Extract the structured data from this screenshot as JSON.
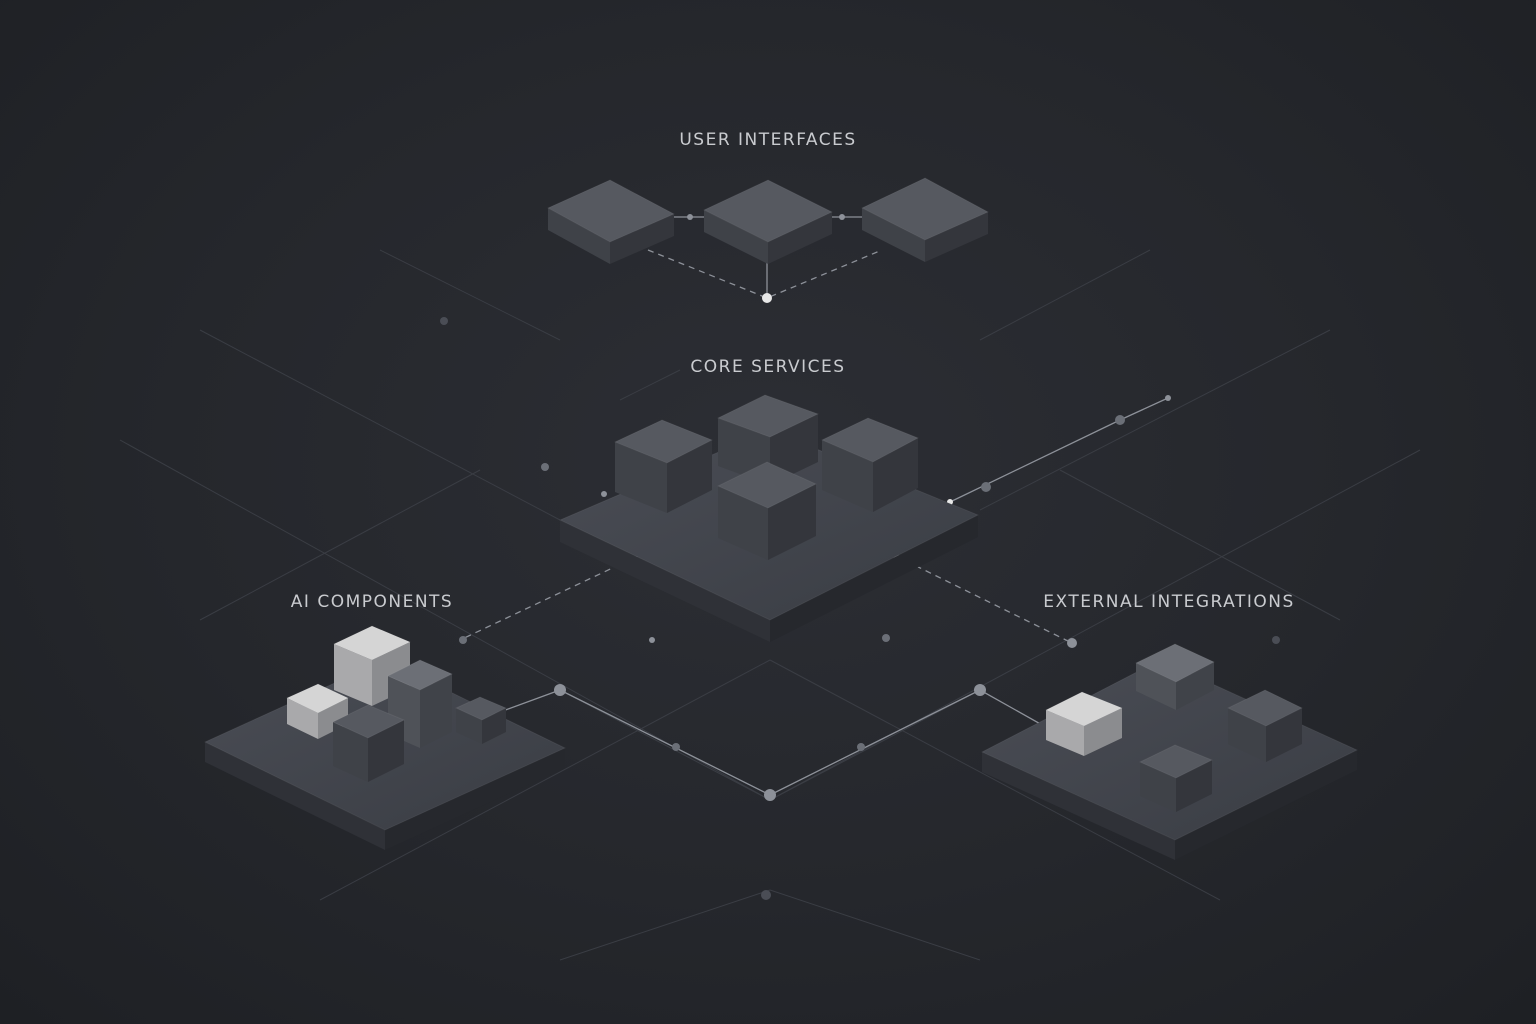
{
  "labels": {
    "user_interfaces": "USER INTERFACES",
    "core_services": "CORE SERVICES",
    "ai_components": "AI COMPONENTS",
    "external_integrations": "EXTERNAL INTEGRATIONS"
  },
  "colors": {
    "background": "#25272c",
    "grid_line": "#3a3d44",
    "connector": "#8d9199",
    "node_fill": "#6b6f77",
    "node_highlight": "#e8e8e8",
    "label_text": "#c9cbcf"
  },
  "groups": [
    {
      "id": "user-interfaces",
      "label_key": "user_interfaces",
      "block_count": 3
    },
    {
      "id": "core-services",
      "label_key": "core_services",
      "block_count": 4
    },
    {
      "id": "ai-components",
      "label_key": "ai_components",
      "block_count": 5
    },
    {
      "id": "external-integrations",
      "label_key": "external_integrations",
      "block_count": 4
    }
  ]
}
